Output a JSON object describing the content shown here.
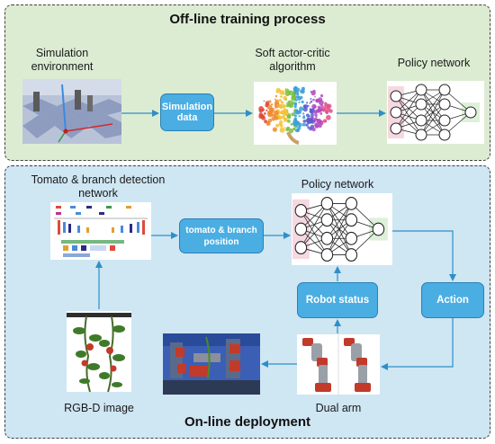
{
  "offline": {
    "title": "Off-line training process",
    "sim_env_label": "Simulation environment",
    "sim_data_box": "Simulation data",
    "sac_label": "Soft actor-critic algorithm",
    "policy_label": "Policy network"
  },
  "online": {
    "title": "On-line deployment",
    "detection_label": "Tomato & branch detection network",
    "position_box": "tomato & branch position",
    "policy_label": "Policy network",
    "robot_status_box": "Robot status",
    "action_box": "Action",
    "rgbd_label": "RGB-D image",
    "dual_arm_label": "Dual arm"
  },
  "colors": {
    "offline_bg": "#dcecd3",
    "online_bg": "#cfe6f3",
    "box_fill": "#4aaee3",
    "arrow": "#2e8fc8"
  },
  "icons": [
    "simulation-image",
    "brain-image",
    "neural-network-icon",
    "detection-network-image",
    "robot-arm-image",
    "tomato-plant-image",
    "robot-scene-image"
  ]
}
